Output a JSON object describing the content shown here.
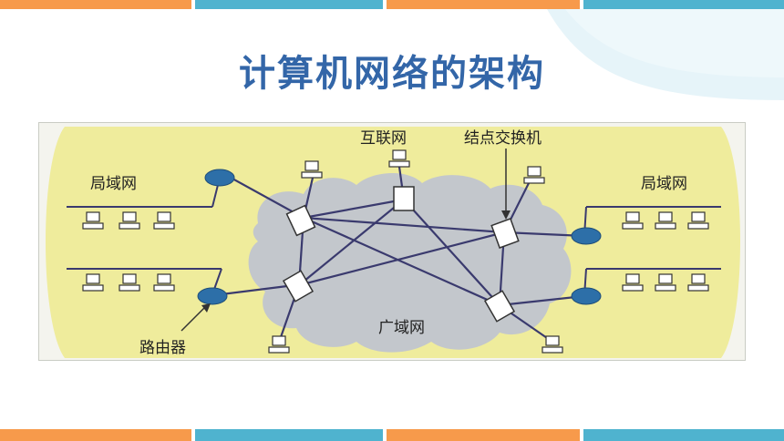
{
  "slide": {
    "title": "计算机网络的架构"
  },
  "colors": {
    "title": "#3366a8",
    "bar_orange": "#f79a4b",
    "bar_blue": "#4fb3cf",
    "background_blob": "#e3f3f8",
    "lan_region": "#efec9c",
    "wan_cloud": "#c3c7cc",
    "links": "#3a3a6e"
  },
  "diagram": {
    "labels": {
      "internet": "互联网",
      "node_switch": "结点交换机",
      "lan_left": "局域网",
      "lan_right": "局域网",
      "wan": "广域网",
      "router": "路由器"
    }
  }
}
